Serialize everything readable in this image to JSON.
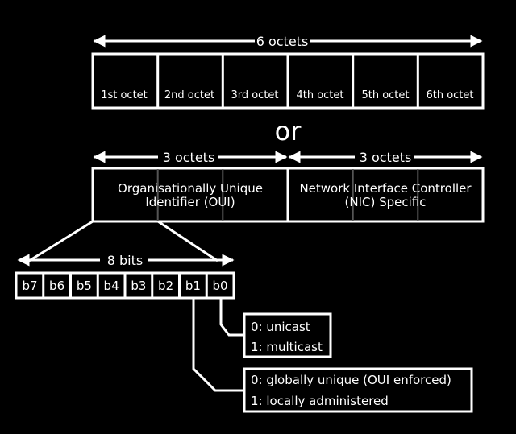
{
  "top": {
    "span_label": "6 octets",
    "octets": [
      "1st octet",
      "2nd octet",
      "3rd octet",
      "4th octet",
      "5th octet",
      "6th octet"
    ]
  },
  "or_label": "or",
  "middle": {
    "left_span_label": "3 octets",
    "right_span_label": "3 octets",
    "oui_line1": "Organisationally Unique",
    "oui_line2": "Identifier (OUI)",
    "nic_line1": "Network Interface Controller",
    "nic_line2": "(NIC) Specific"
  },
  "bits": {
    "span_label": "8 bits",
    "labels": [
      "b7",
      "b6",
      "b5",
      "b4",
      "b3",
      "b2",
      "b1",
      "b0"
    ]
  },
  "b0_info": {
    "line1": "0: unicast",
    "line2": "1: multicast"
  },
  "b1_info": {
    "line1": "0: globally unique (OUI enforced)",
    "line2": "1: locally administered"
  }
}
